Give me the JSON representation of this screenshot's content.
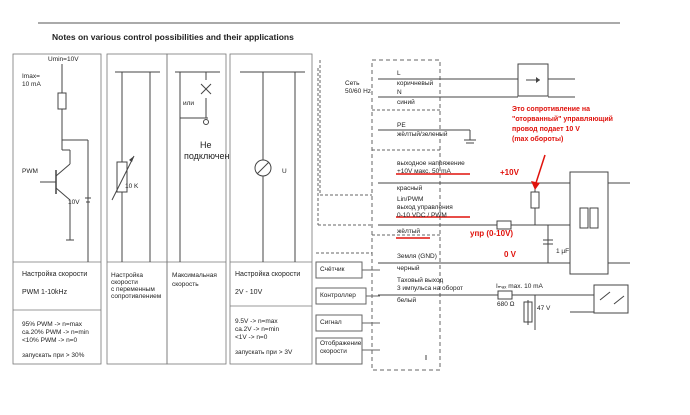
{
  "header": {
    "title": "Notes on various control possibilities and their applications"
  },
  "panel1": {
    "umin": "Umin=10V",
    "imax_1": "Imax=",
    "imax_2": "10 mA",
    "pwm": "PWM",
    "v10": "10V",
    "title": "Настройка скорости",
    "freq": "PWM 1-10kHz",
    "notes": [
      "95% PWM -> n=max",
      "ca.20% PWM -> n=min",
      "<10% PWM -> n=0"
    ],
    "start": "запускать при > 30%"
  },
  "panel2": {
    "resistor": "10 K",
    "title": [
      "Настройка",
      "скорости",
      "с переменным",
      "сопротивлением"
    ]
  },
  "panel3": {
    "or": "или",
    "not_connected_1": "Не",
    "not_connected_2": "подключен",
    "title": [
      "Максимальная",
      "скорость"
    ]
  },
  "panel4": {
    "u": "U",
    "title": "Настройка скорости",
    "range": "2V - 10V",
    "notes": [
      "9.5V -> n=max",
      "ca.2V -> n=min",
      "<1V -> n=0"
    ],
    "start": "запускать при > 3V"
  },
  "terminals": {
    "mains_1": "Сеть",
    "mains_2": "50/60 Hz",
    "L": "L",
    "L_color": "коричневый",
    "N": "N",
    "N_color": "синий",
    "PE": "PE",
    "PE_color": "жёлтый/зеленый",
    "out_voltage_1": "выходное напряжение",
    "out_voltage_2": "+10V макс. 50 mA",
    "red_wire": "красный",
    "linpwm_1": "Lin/PWM",
    "linpwm_2": "выход управления",
    "linpwm_3": "0-10 VDC / PWM",
    "yellow_wire": "жёлтый",
    "gnd": "Земля (GND)",
    "black_wire": "черный",
    "tacho_1": "Таховый выход",
    "tacho_2": "3 импульса на оборот",
    "white_wire": "белый",
    "ilim": "Iₘₐₓ max. 10 mA",
    "r680": "680 Ω",
    "v47": "47 V",
    "cap": "1 µF"
  },
  "boxes": [
    "Счётчик",
    "Контроллер",
    "Сигнал",
    "Отображение скорости"
  ],
  "annotations": {
    "note": [
      "Это сопротивление на",
      "\"оторванный\"  управляющий",
      "провод подает 10 V",
      "(max обороты)"
    ],
    "plus10": "+10V",
    "upr": "упр (0-10V)",
    "zero": "0 V"
  },
  "colors": {
    "accent": "#e0120c",
    "line": "#444444",
    "dashed": "#666666",
    "border": "#777777"
  }
}
